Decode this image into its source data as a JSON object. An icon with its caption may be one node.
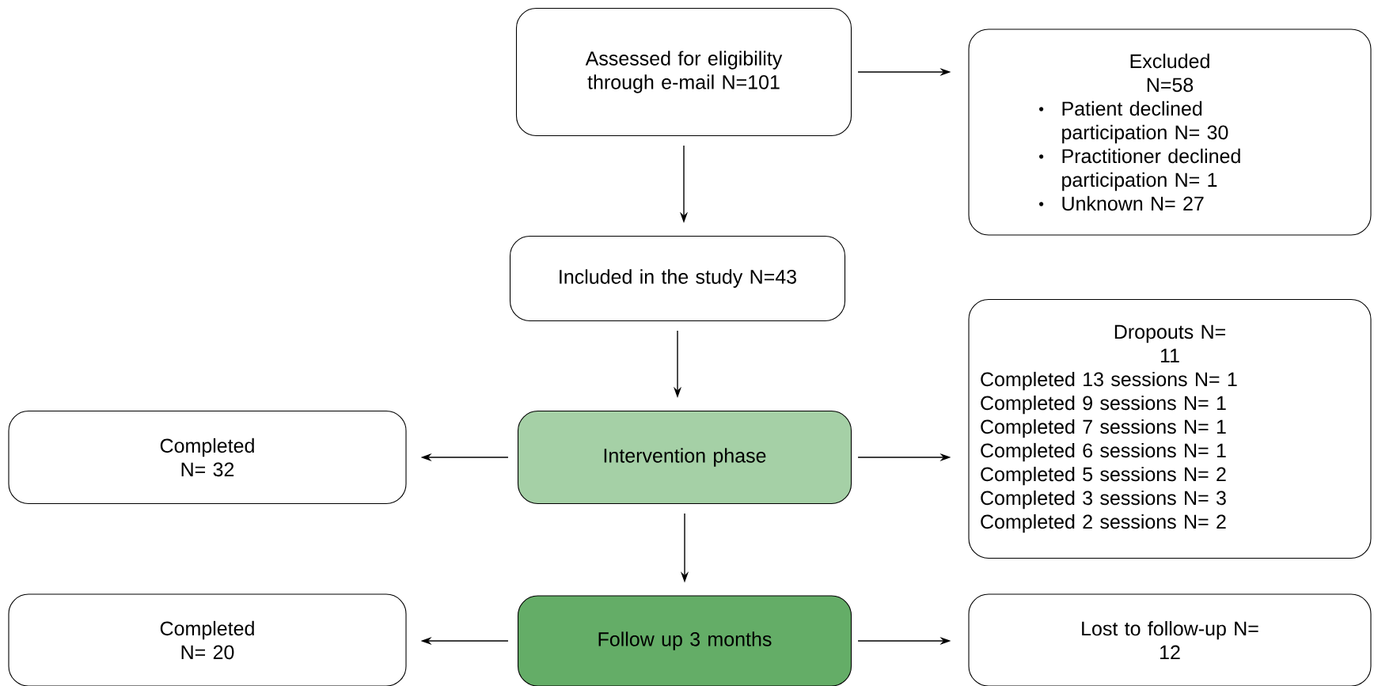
{
  "diagram": {
    "nodes": [
      {
        "text": [
          "Assessed for eligibility through e-mail N=101"
        ]
      },
      {
        "text": [
          "Excluded N=58",
          "Patient declined participation N= 30",
          "Practitioner declined participation N= 1",
          "Unknown N= 27"
        ]
      },
      {
        "text": [
          "Included in the study N=43"
        ]
      },
      {
        "text": [
          "Dropouts N= 11",
          "Completed 13 sessions N= 1",
          "Completed 9 sessions N= 1",
          "Completed 7 sessions N= 1",
          "Completed 6 sessions N= 1",
          "Completed 5 sessions N= 2",
          "Completed 3 sessions N= 3",
          "Completed 2 sessions N= 2"
        ]
      },
      {
        "text": [
          "Completed N= 32"
        ]
      },
      {
        "text": [
          "Intervention phase"
        ]
      },
      {
        "text": [
          "Completed N= 20"
        ]
      },
      {
        "text": [
          "Follow up 3 months"
        ]
      },
      {
        "text": [
          "Lost to follow-up N= 12"
        ]
      }
    ],
    "edges": [
      {
        "from": 0,
        "to": 1,
        "arrow": "to"
      },
      {
        "from": 0,
        "to": 2,
        "arrow": "to"
      },
      {
        "from": 2,
        "to": 5,
        "arrow": "to"
      },
      {
        "from": 5,
        "to": 4,
        "arrow": "to"
      },
      {
        "from": 5,
        "to": 3,
        "arrow": "to"
      },
      {
        "from": 5,
        "to": 7,
        "arrow": "to"
      },
      {
        "from": 7,
        "to": 6,
        "arrow": "to"
      },
      {
        "from": 7,
        "to": 8,
        "arrow": "to"
      }
    ]
  }
}
